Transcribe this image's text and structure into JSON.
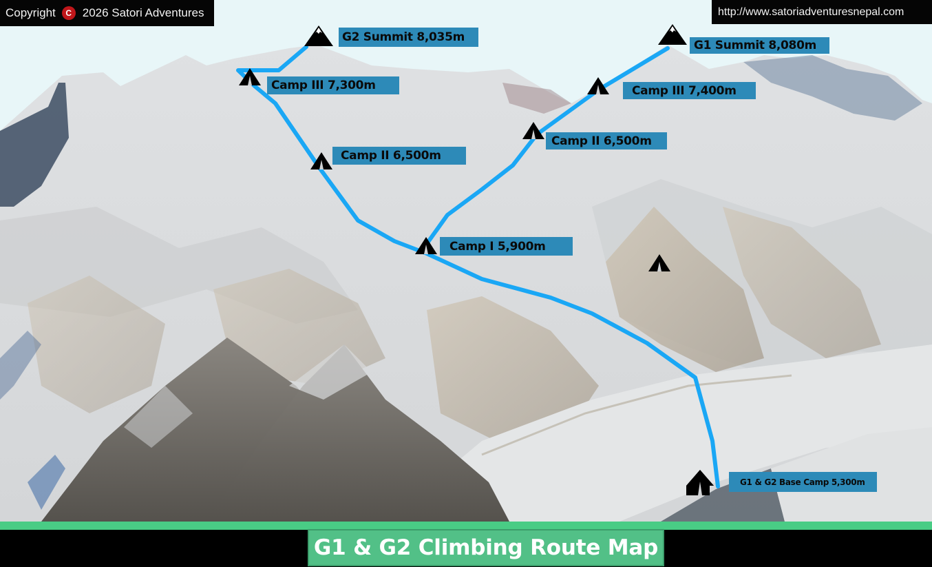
{
  "header": {
    "copyright_prefix": "Copyright",
    "copyright_icon": "copyright-icon",
    "copyright_symbol": "C",
    "copyright_text": "2026 Satori Adventures",
    "website_url": "http://www.satoriadventuresnepal.com"
  },
  "map": {
    "route_color": "#1aa7f5",
    "label_bg": "#2d8ab8",
    "summits": [
      {
        "id": "g2-summit",
        "label": "G2 Summit 8,035m",
        "icon": "mountain-peak-icon"
      },
      {
        "id": "g1-summit",
        "label": "G1 Summit 8,080m",
        "icon": "mountain-peak-icon"
      }
    ],
    "camps": {
      "g2_camp3": "Camp III 7,300m",
      "g2_camp2": "Camp II 6,500m",
      "g1_camp3": "Camp III 7,400m",
      "g1_camp2": "Camp II 6,500m",
      "camp1": "Camp I 5,900m",
      "base_camp": "G1 & G2 Base Camp 5,300m"
    },
    "icons": {
      "camp": "tent-icon",
      "base": "base-camp-tent-icon"
    }
  },
  "footer": {
    "title": "G1 & G2 Climbing Route Map",
    "bar_color": "#49cc85"
  }
}
